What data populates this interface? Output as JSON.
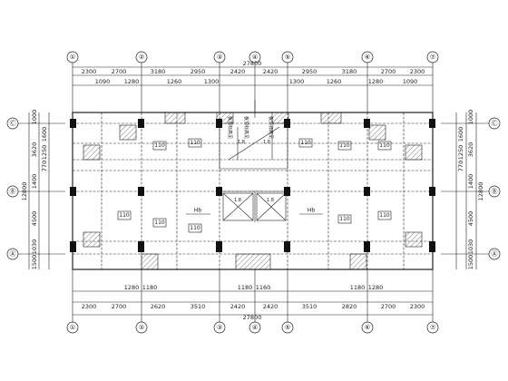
{
  "grid_axes_x": [
    "①",
    "②",
    "③",
    "④",
    "⑤",
    "⑥",
    "⑦"
  ],
  "grid_axes_y": [
    "Ⓒ",
    "Ⓑ",
    "Ⓐ"
  ],
  "top_dims_outer": [
    "2300",
    "2700",
    "3180",
    "2950",
    "2420",
    "2420",
    "2950",
    "3180",
    "2700",
    "2300"
  ],
  "top_total": "27800",
  "top_dims_inner": [
    "1090",
    "1280",
    "1260",
    "1300",
    "1300",
    "1260",
    "1280",
    "1090"
  ],
  "bottom_dims_inner": [
    "1280",
    "1180",
    "1180",
    "1160",
    "1180",
    "1280"
  ],
  "bottom_dims_outer": [
    "2300",
    "2700",
    "2620",
    "3510",
    "2420",
    "2420",
    "3510",
    "2820",
    "2700",
    "2300"
  ],
  "bottom_total": "27800",
  "left_dims": [
    "1000",
    "3620",
    "1600",
    "1250",
    "770",
    "1400",
    "4500",
    "1030",
    "1500"
  ],
  "left_total": "12800",
  "right_dims": [
    "1000",
    "3620",
    "1600",
    "1250",
    "770",
    "1400",
    "4500",
    "1030",
    "1500"
  ],
  "right_total": "12800",
  "slab_labels": [
    "110",
    "110",
    "110",
    "110",
    "110",
    "110",
    "110",
    "110",
    "110",
    "110"
  ],
  "hb_labels": [
    "Hb",
    "Hb"
  ],
  "hole_marks": [
    "1.8",
    "1.8",
    "1.8",
    "1.8"
  ],
  "note_labels": [
    "板顶标高见",
    "板顶标高见",
    "板顶标高见"
  ]
}
